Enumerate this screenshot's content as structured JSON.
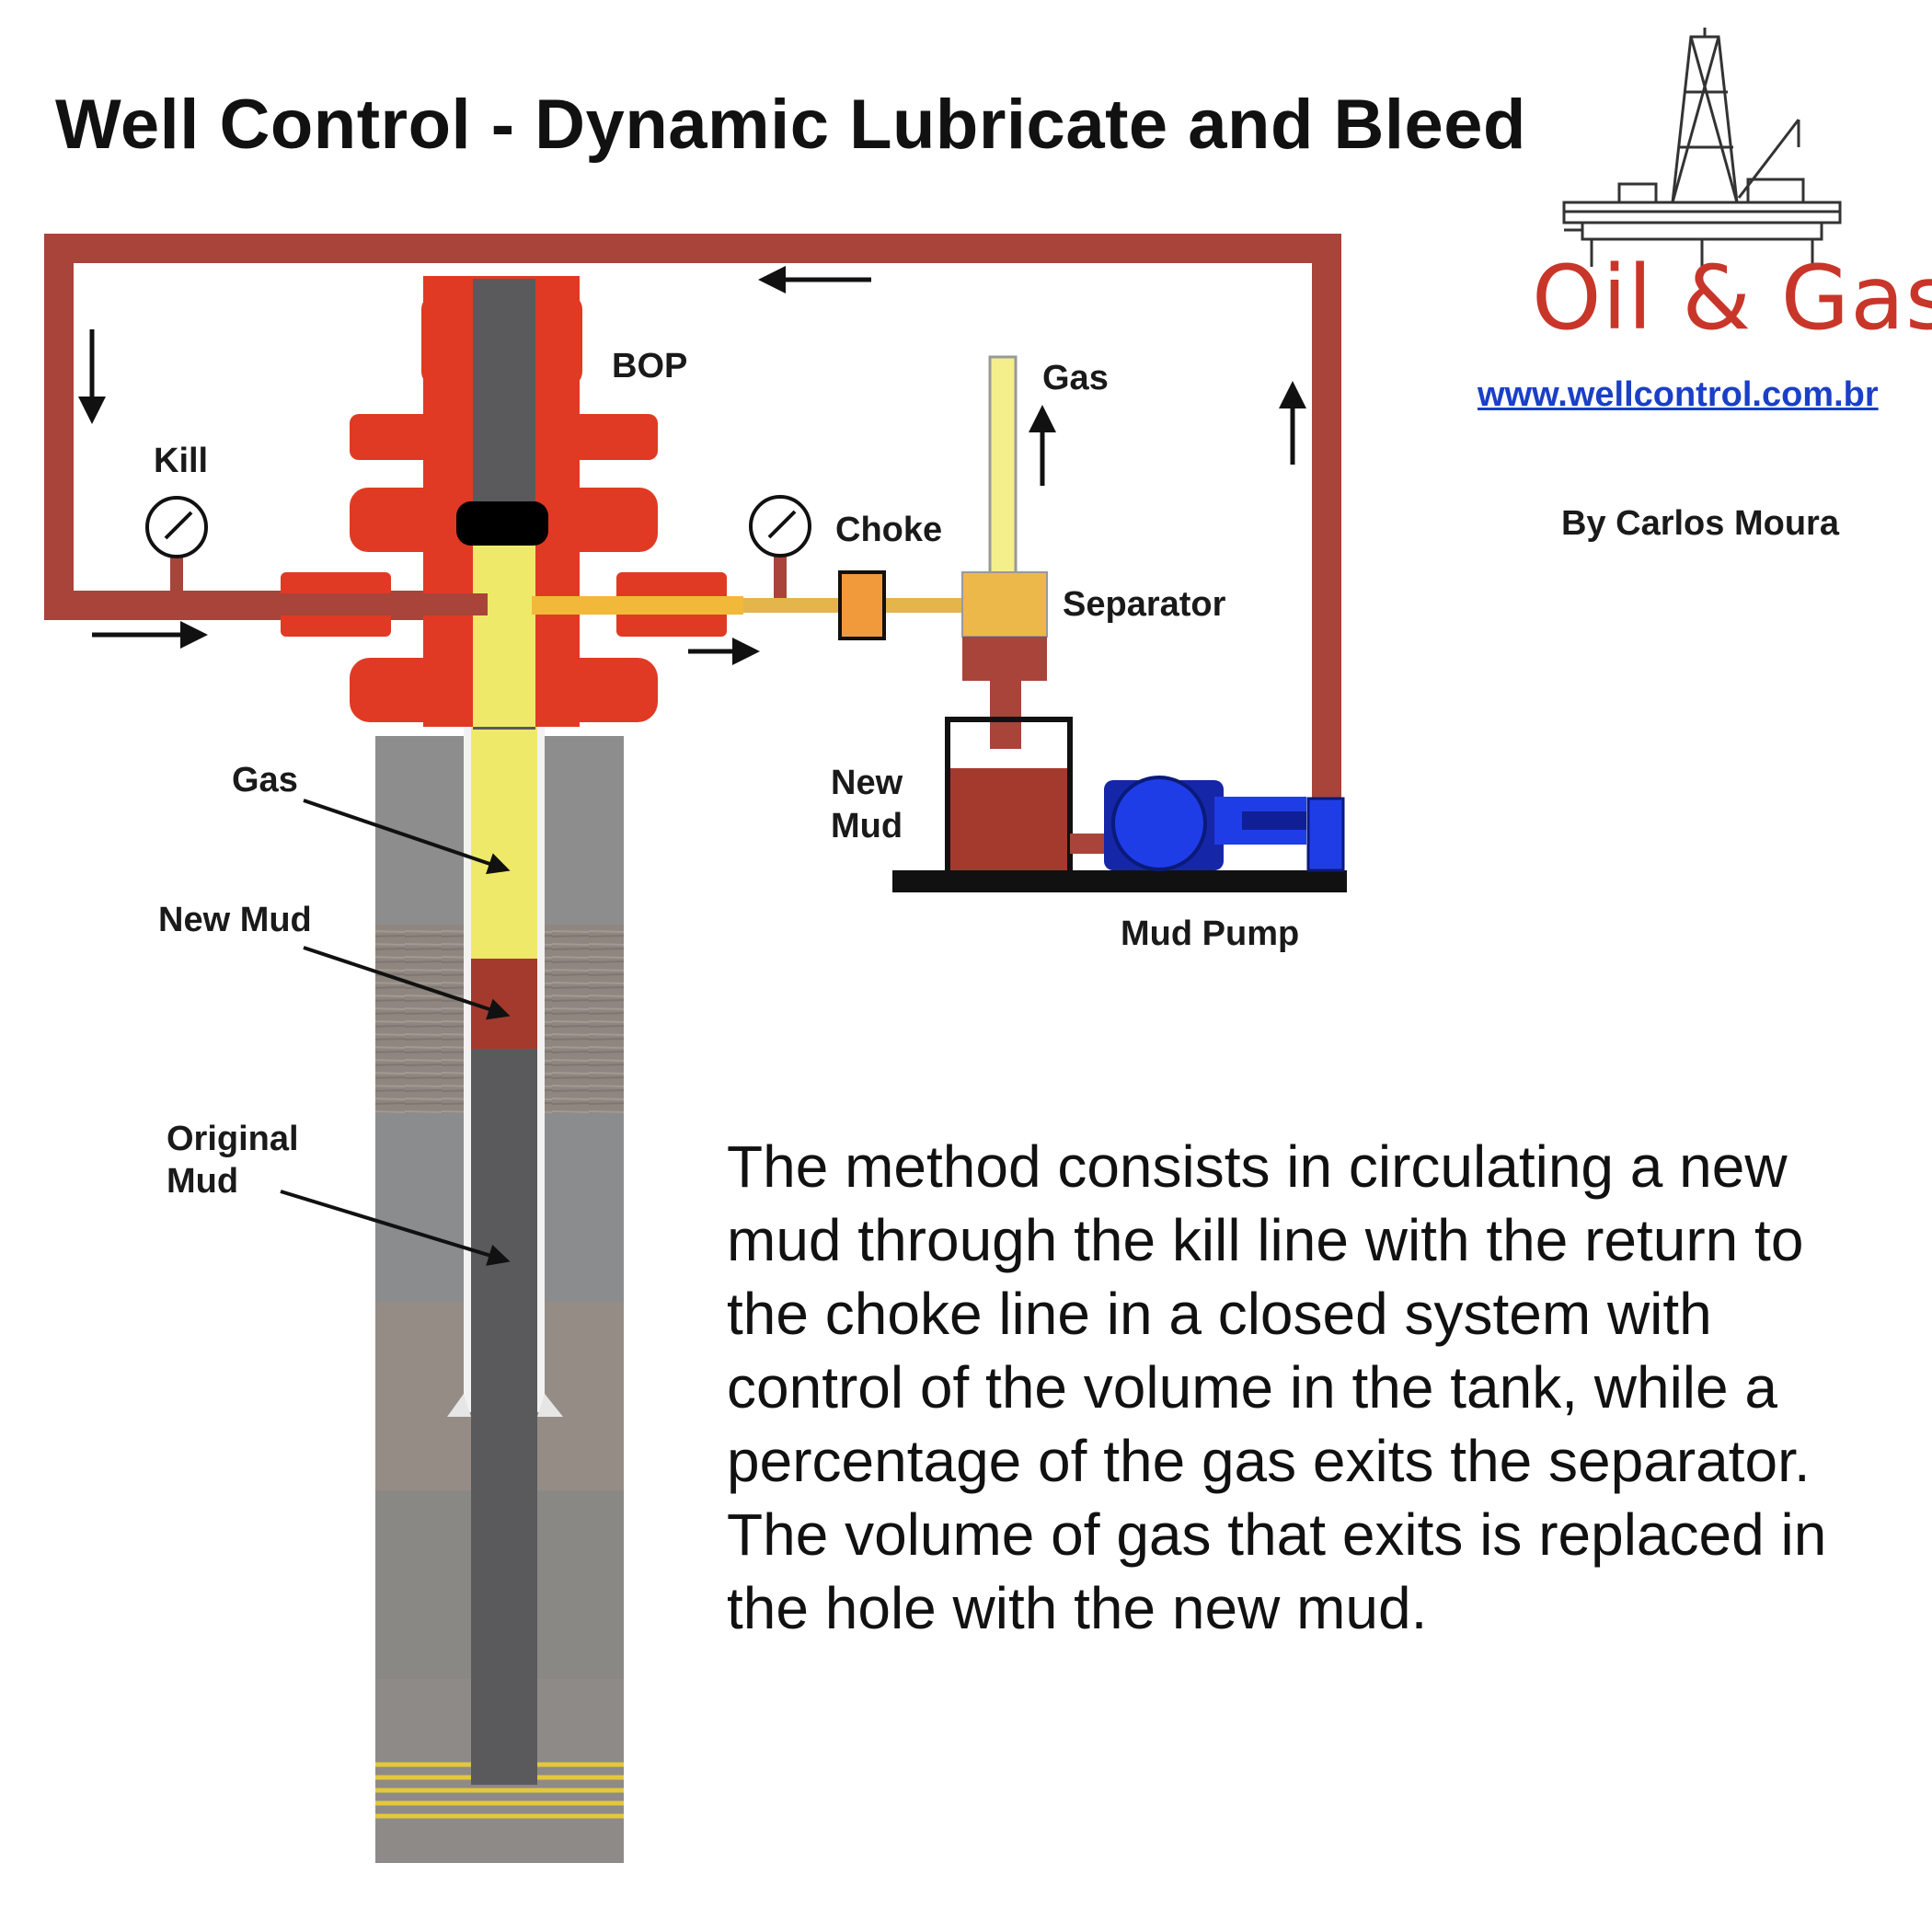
{
  "title": "Well Control - Dynamic Lubricate and Bleed",
  "labels": {
    "bop": "BOP",
    "kill": "Kill",
    "choke": "Choke",
    "gas_vent": "Gas",
    "separator": "Separator",
    "new_mud_tank_line1": "New",
    "new_mud_tank_line2": "Mud",
    "mud_pump": "Mud Pump",
    "gas": "Gas",
    "new_mud": "New Mud",
    "original_mud_line1": "Original",
    "original_mud_line2": "Mud"
  },
  "brand": {
    "name": "Oil & Gas",
    "url": "www.wellcontrol.com.br",
    "author": "By Carlos Moura"
  },
  "description": "The method consists in circulating a new mud through the kill line with the return to the choke line in a closed system with control of the volume in the tank, while a percentage of the gas exits the separator. The volume of gas that exits is replaced in the hole with the new mud.",
  "colors": {
    "bop_red": "#e03a24",
    "line_brown": "#a8443a",
    "gas_yellow": "#efe96a",
    "mud_red": "#a43a2e",
    "pipe_gray": "#5a5a5d",
    "pump_blue": "#1f3de6",
    "brand_red": "#c8362a",
    "link_blue": "#1a3fc8"
  }
}
